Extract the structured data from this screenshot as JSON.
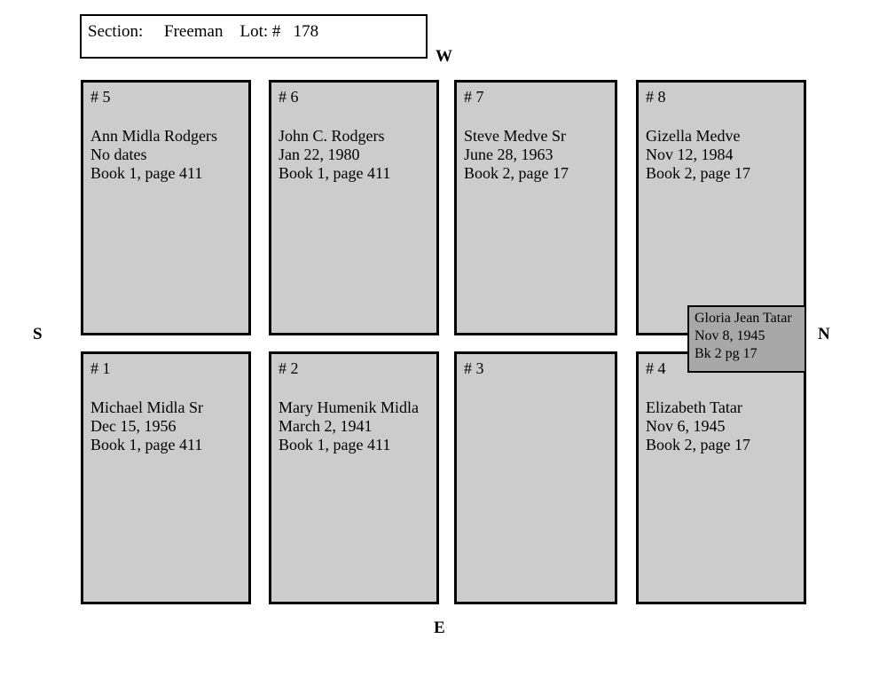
{
  "header": {
    "section_label": "Section:",
    "section_value": "Freeman",
    "lot_label": "Lot: #",
    "lot_value": "178",
    "full_text": "Section:     Freeman    Lot: #   178"
  },
  "compass": {
    "north": "N",
    "south": "S",
    "east": "E",
    "west": "W"
  },
  "colors": {
    "plot_fill": "#cccccc",
    "overlay_fill": "#a8a8a8",
    "border": "#000000",
    "page_background": "#ffffff"
  },
  "plots": {
    "p5": {
      "number": "# 5",
      "name": "Ann Midla Rodgers",
      "date": "No dates",
      "record": "Book 1, page 411",
      "details": "Ann Midla Rodgers\nNo dates\nBook 1, page 411"
    },
    "p6": {
      "number": "# 6",
      "name": "John C. Rodgers",
      "date": "Jan 22, 1980",
      "record": "Book 1, page 411",
      "details": "John C. Rodgers\nJan 22, 1980\nBook 1, page 411"
    },
    "p7": {
      "number": "# 7",
      "name": "Steve Medve Sr",
      "date": "June 28, 1963",
      "record": "Book 2, page 17",
      "details": "Steve Medve Sr\nJune 28, 1963\nBook 2, page 17"
    },
    "p8": {
      "number": "# 8",
      "name": "Gizella Medve",
      "date": "Nov 12, 1984",
      "record": "Book 2, page 17",
      "details": "Gizella Medve\nNov 12, 1984\nBook 2, page 17"
    },
    "p1": {
      "number": "# 1",
      "name": "Michael Midla Sr",
      "date": "Dec 15, 1956",
      "record": "Book 1, page 411",
      "details": "Michael Midla Sr\nDec 15, 1956\nBook 1, page 411"
    },
    "p2": {
      "number": "# 2",
      "name": "Mary Humenik Midla",
      "date": "March 2, 1941",
      "record": "Book 1, page 411",
      "details": "Mary Humenik Midla\nMarch 2, 1941\nBook 1, page 411"
    },
    "p3": {
      "number": "# 3",
      "name": "",
      "date": "",
      "record": "",
      "details": ""
    },
    "p4": {
      "number": "# 4",
      "name": "Elizabeth Tatar",
      "date": "Nov 6, 1945",
      "record": "Book 2, page 17",
      "details": "Elizabeth Tatar\nNov 6, 1945\nBook 2, page 17"
    }
  },
  "overlay": {
    "name": "Gloria Jean Tatar",
    "date": "Nov 8, 1945",
    "record": "Bk 2 pg 17",
    "details": "Gloria Jean Tatar\nNov 8, 1945\nBk 2 pg 17"
  }
}
